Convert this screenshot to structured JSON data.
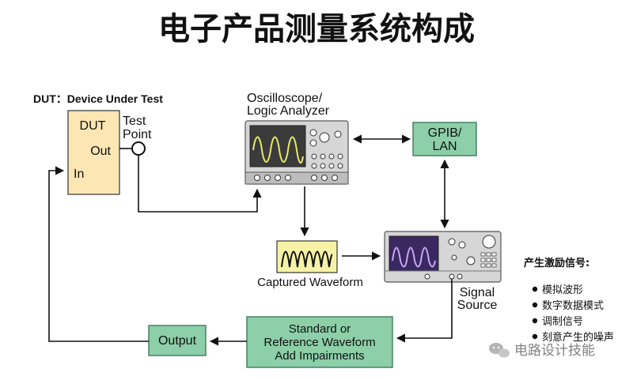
{
  "title": "电子产品测量系统构成",
  "dut_note": "DUT：Device Under Test",
  "dut": {
    "label": "DUT",
    "out": "Out",
    "in": "In"
  },
  "test_point": {
    "line1": "Test",
    "line2": "Point"
  },
  "oscilloscope": {
    "line1": "Oscilloscope/",
    "line2": "Logic Analyzer"
  },
  "gpib": {
    "line1": "GPIB/",
    "line2": "LAN"
  },
  "captured": "Captured Waveform",
  "signal_source": {
    "line1": "Signal",
    "line2": "Source"
  },
  "reference_box": {
    "line1": "Standard or",
    "line2": "Reference Waveform",
    "line3": "Add Impairments"
  },
  "output": "Output",
  "stimulus": {
    "heading": "产生激励信号:",
    "items": [
      "模拟波形",
      "数字数据模式",
      "调制信号",
      "刻意产生的噪声"
    ]
  },
  "watermark": "电路设计技能",
  "colors": {
    "dut_fill": "#fbe6b4",
    "green_fill": "#8ccfa8",
    "green_stroke": "#3e7b5b",
    "captured_fill": "#f7f3a6",
    "instrument_body": "#d6d6d6",
    "scope_screen": "#3b3b3b",
    "scope_trace": "#e8e86a",
    "source_screen": "#3a2860",
    "source_trace": "#c9a8f2"
  }
}
